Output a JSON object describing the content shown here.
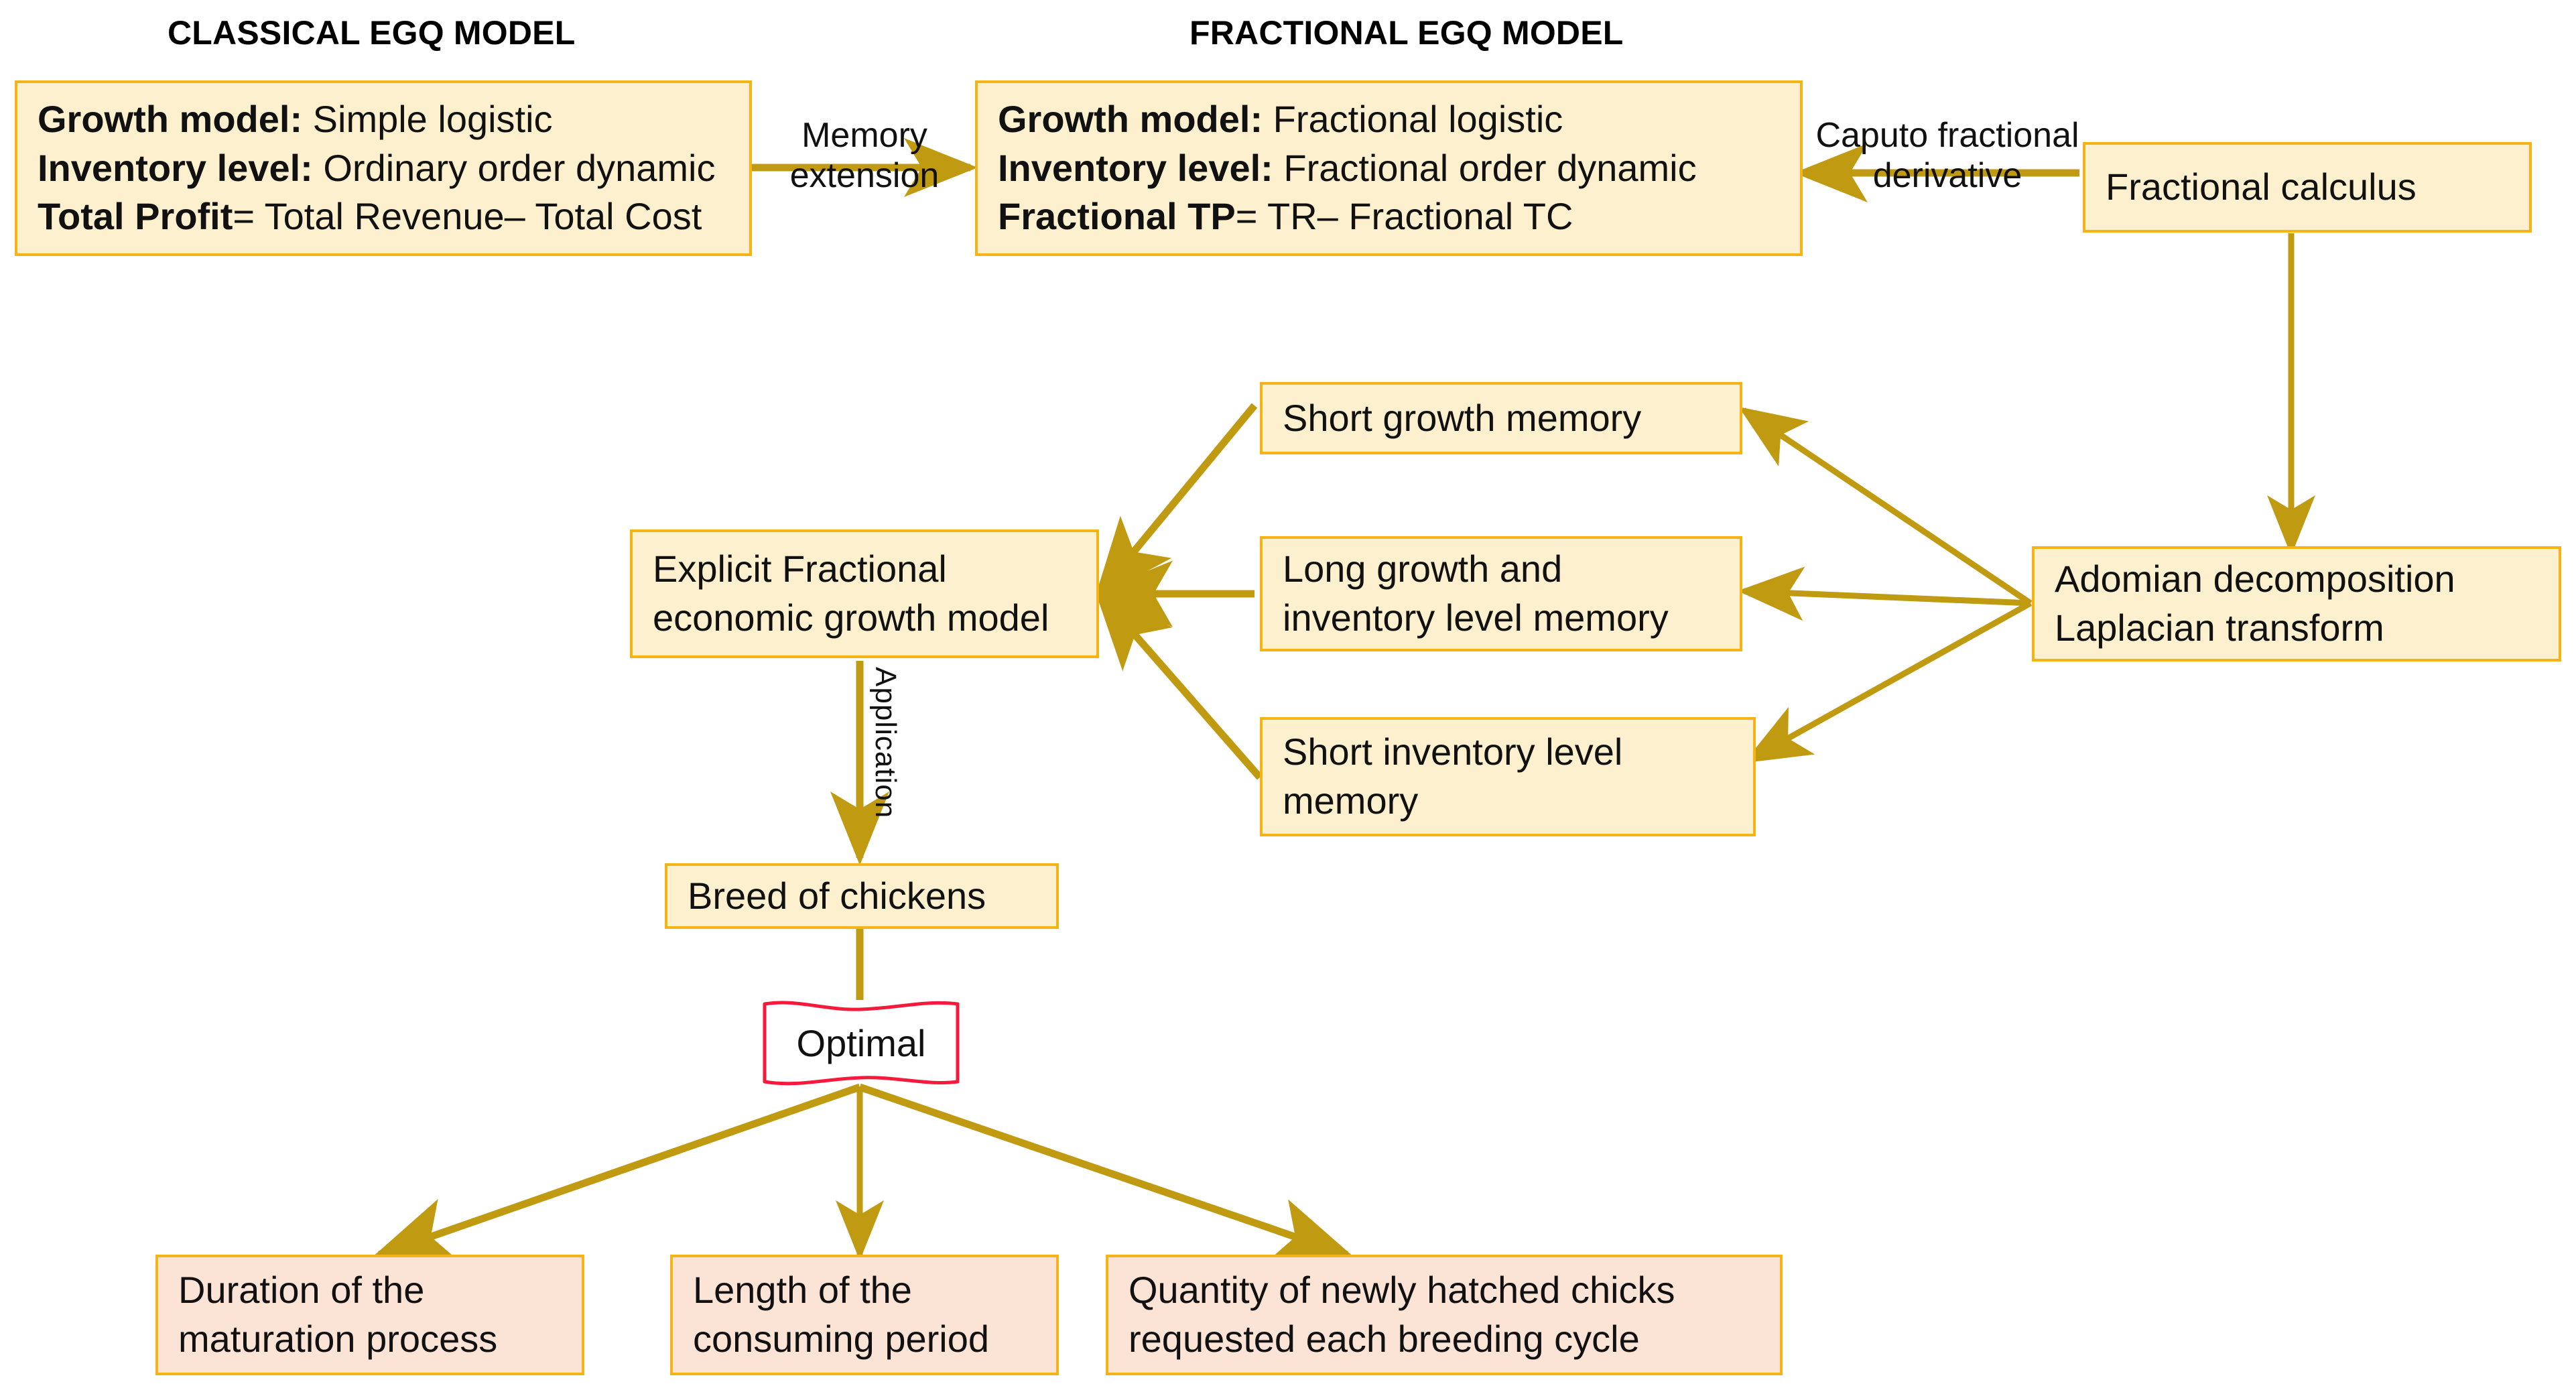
{
  "diagram": {
    "title_classical": "CLASSICAL EGQ MODEL",
    "title_fractional": "FRACTIONAL EGQ MODEL",
    "colors": {
      "box_border": "#F5B316",
      "box_fill_cream": "#FDF0CE",
      "box_fill_peach": "#FBE3D5",
      "connector": "#C09A10",
      "optimal_border": "#F5193C",
      "optimal_fill": "#FFFFFF",
      "text": "#111111",
      "background": "#FFFFFF"
    },
    "classical_box": {
      "row1_label": "Growth model:",
      "row1_value": " Simple logistic",
      "row2_label": "Inventory level:",
      "row2_value": " Ordinary order dynamic",
      "row3_label": "Total Profit",
      "row3_value": "= Total Revenue– Total Cost"
    },
    "fractional_box": {
      "row1_label": "Growth model:",
      "row1_value": " Fractional logistic",
      "row2_label": "Inventory level:",
      "row2_value": " Fractional order dynamic",
      "row3_label": "Fractional TP",
      "row3_value": "= TR– Fractional TC"
    },
    "labels": {
      "memory_extension": "Memory\nextension",
      "caputo": "Caputo fractional\nderivative",
      "application": "Application"
    },
    "nodes": {
      "fractional_calculus": "Fractional calculus",
      "short_growth_memory": "Short growth memory",
      "long_growth_memory_line1": "Long growth and",
      "long_growth_memory_line2": "inventory level memory",
      "short_inventory_memory_line1": "Short inventory level",
      "short_inventory_memory_line2": "memory",
      "explicit_model_line1": "Explicit Fractional",
      "explicit_model_line2": "economic growth model",
      "adomian_line1": "Adomian decomposition",
      "adomian_line2": "Laplacian transform",
      "breed_of_chickens": "Breed of chickens",
      "optimal": "Optimal",
      "outcome1_line1": "Duration of the",
      "outcome1_line2": "maturation  process",
      "outcome2_line1": "Length of the",
      "outcome2_line2": "consuming period",
      "outcome3_line1": "Quantity of newly  hatched chicks",
      "outcome3_line2": "requested each breeding cycle"
    }
  }
}
